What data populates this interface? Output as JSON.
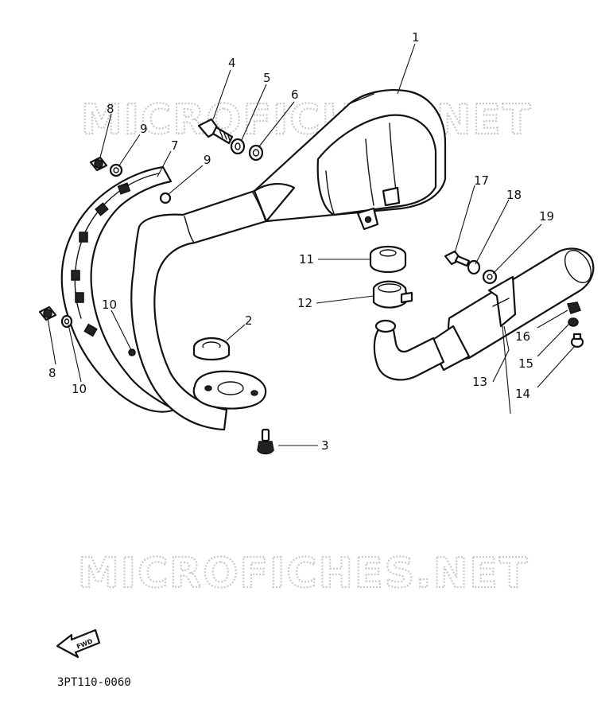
{
  "watermarks": [
    "MICROFICHES.NET",
    "MICROFICHES.NET"
  ],
  "diagram_code": "3PT110-0060",
  "fwd_label": "FWD",
  "callouts": [
    "1",
    "2",
    "3",
    "4",
    "5",
    "6",
    "7",
    "8",
    "9",
    "9",
    "10",
    "11",
    "12",
    "13",
    "14",
    "15",
    "16",
    "17",
    "18",
    "19",
    "10",
    "8"
  ],
  "icons": {
    "direction": "fwd-arrow-icon"
  }
}
